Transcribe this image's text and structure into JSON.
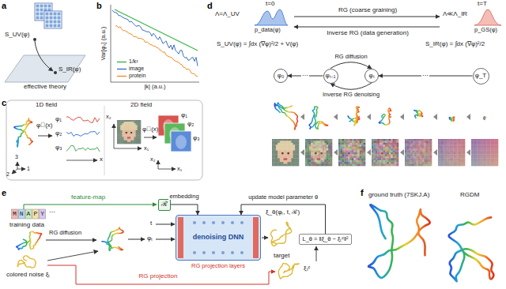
{
  "diagram": {
    "nodes": [
      {
        "text": [
          "φ₀"
        ]
      },
      {
        "text": [
          "φₜ₋₁"
        ]
      },
      {
        "text": [
          "φₜ"
        ]
      },
      {
        "text": [
          "φ_T"
        ]
      },
      {
        "text": [
          "ℛ"
        ]
      },
      {
        "text": [
          "denoising DNN"
        ]
      },
      {
        "text": [
          "L_θ = ‖ξ_θ − ξₜᶜ‖²"
        ]
      }
    ],
    "edges": [
      {
        "from": 1,
        "to": 2,
        "arrow": "to",
        "label": "RG diffusion"
      },
      {
        "from": 2,
        "to": 1,
        "arrow": "to",
        "label": "Inverse RG denoising"
      },
      {
        "from": 1,
        "to": 0,
        "arrow": "to",
        "label": "⋯"
      },
      {
        "from": 3,
        "to": 2,
        "arrow": "to",
        "label": "⋯"
      },
      {
        "from": 4,
        "to": 5,
        "arrow": "to",
        "label": "embedding"
      },
      {
        "from": 6,
        "to": 5,
        "arrow": "to",
        "label": "update model parameter θ"
      }
    ],
    "labels": [
      "a",
      "S_UV(φ)",
      "S_IR(φ)",
      "effective theory",
      "b",
      "Var[φₖ] (a.u.)",
      "|k| (a.u.)",
      "c",
      "1D field",
      "2D field",
      "φ⃗(x)",
      "1",
      "2",
      "3",
      "φ₁",
      "φ₂",
      "φ₃",
      "x",
      "φ⃗(x)",
      "x₁",
      "x₂",
      "φ₁",
      "φ₂",
      "φ₃",
      "x₂",
      "x₁",
      "d",
      "t=0",
      "t=T",
      "Λ=Λ_UV",
      "Λ≪Λ_IR",
      "p_data(φ)",
      "p_GS(φ)",
      "RG (coarse graining)",
      "Inverse RG (data generation)",
      "S_UV(φ) = ∫dx (∇φ)²/2 + V(φ)",
      "S_IR(φ) = ∫dx (∇φ)²/2",
      "e",
      "MNAPY",
      "⋯",
      "feature-map",
      "training data",
      "RG diffusion",
      "colored noise ξₜ",
      "t",
      "φₜ",
      "RG projection layers",
      "ξ_θ(φₜ, t, ℛ)",
      "target",
      "ξₜᶜ",
      "RG projection",
      "f",
      "ground truth (7SKJ.A)",
      "RGDM"
    ],
    "legend": [
      {
        "text": "1/k²"
      },
      {
        "text": "image"
      },
      {
        "text": "protein"
      }
    ]
  }
}
